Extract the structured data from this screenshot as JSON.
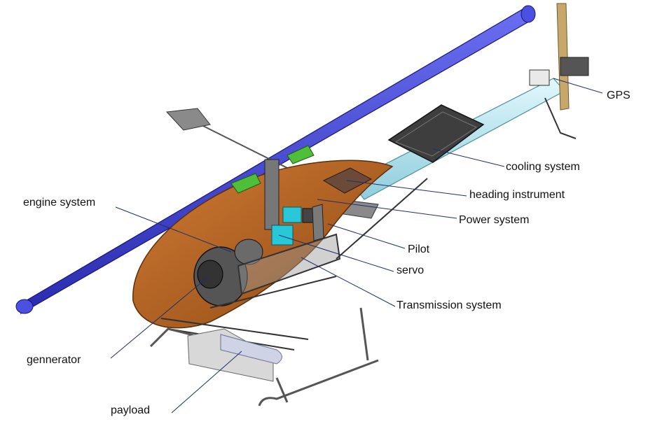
{
  "diagram": {
    "labels": {
      "gps": "GPS",
      "cooling_system": "cooling system",
      "heading_instrument": "heading instrument",
      "power_system": "Power system",
      "pilot": "Pilot",
      "servo": "servo",
      "transmission_system": "Transmission system",
      "engine_system": "engine system",
      "gennerator": "gennerator",
      "payload": "payload"
    },
    "colors": {
      "rotor_blade": "#3b3fd6",
      "fuselage": "#b5631f",
      "tail_boom": "#bfeaf4",
      "radiator": "#444444",
      "leader_line": "#1f2f6b",
      "payload_pod": "#cfd3e6",
      "hub_green": "#4fbf3a",
      "servo_cyan": "#29c8d8"
    }
  }
}
